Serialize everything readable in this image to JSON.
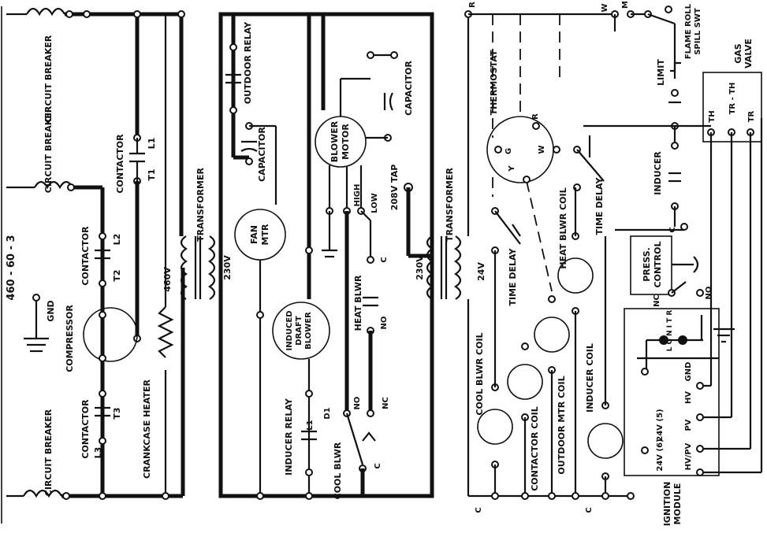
{
  "labels": {
    "supply": "460 - 60 - 3",
    "gnd": "GND",
    "circuit_breaker_top": "CIRCUIT BREAKER",
    "circuit_breaker_mid": "CIRCUIT BREAKER",
    "circuit_breaker_bot": "CIRCUIT BREAKER",
    "contactor_top": "CONTACTOR",
    "contactor_mid": "CONTACTOR",
    "contactor_bot": "CONTACTOR",
    "l1_top": "L1",
    "t1_top": "T1",
    "l2": "L2",
    "t2": "T2",
    "l3": "L3",
    "t3": "T3",
    "compressor": "COMPRESSOR",
    "crankcase_heater": "CRANKCASE HEATER",
    "v460": "460V",
    "transformer_left": "TRANSFORMER",
    "v230_left": "230V",
    "fan_mtr_1": "FAN",
    "fan_mtr_2": "MTR",
    "capacitor_left": "CAPACITOR",
    "outdoor_relay": "OUTDOOR RELAY",
    "blower_motor_1": "BLOWER",
    "blower_motor_2": "MOTOR",
    "capacitor_right": "CAPACITOR",
    "high": "HIGH",
    "low": "LOW",
    "tap_208": "208V TAP",
    "c_blower": "C",
    "heat_blwr": "HEAT BLWR",
    "no_heat": "NO",
    "induced_1": "INDUCED",
    "induced_2": "DRAFT",
    "induced_3": "BLOWER",
    "inducer_relay": "INDUCER RELAY",
    "l1_ir": "L1",
    "d1": "D1",
    "cool_blwr": "COOL BLWR",
    "no_cool": "NO",
    "nc_cool": "NC",
    "c_cool": "C",
    "transformer_right": "TRANSFORMER",
    "v230_right": "230V",
    "v24": "24V",
    "r_top": "R",
    "thermostat": "THERMOSTAT",
    "g": "G",
    "r": "R",
    "w": "W",
    "y": "Y",
    "time_delay_1": "TIME DELAY",
    "time_delay_2": "TIME DELAY",
    "heat_blwr_coil": "HEAT BLWR COIL",
    "cool_blwr_coil": "COOL BLWR COIL",
    "contactor_coil": "CONTACTOR COIL",
    "outdoor_mtr_coil": "OUTDOOR MTR COIL",
    "inducer_coil": "INDUCER COIL",
    "c_bottom_1": "C",
    "c_bottom_2": "C",
    "w_top": "W",
    "m_top": "M",
    "flame_roll": "FLAME ROLL",
    "spill_swt": "SPILL SWT",
    "limit": "LIMIT",
    "gas_1": "GAS",
    "gas_2": "VALVE",
    "th": "TH",
    "tr_th": "TR - TH",
    "tr": "TR",
    "inducer": "INDUCER",
    "c_press": "C",
    "press_1": "PRESS.",
    "press_2": "CONTROL",
    "nc_press": "NC",
    "no_press": "NO",
    "gnd_mod": "GND",
    "hv": "HV",
    "pv": "PV",
    "hv_pv": "HV/PV",
    "v24_5": "24V (5)",
    "v24_6": "24V (6)",
    "ignition_1": "IGNITION",
    "ignition_2": "MODULE",
    "module_bits": "L G N I T R"
  }
}
